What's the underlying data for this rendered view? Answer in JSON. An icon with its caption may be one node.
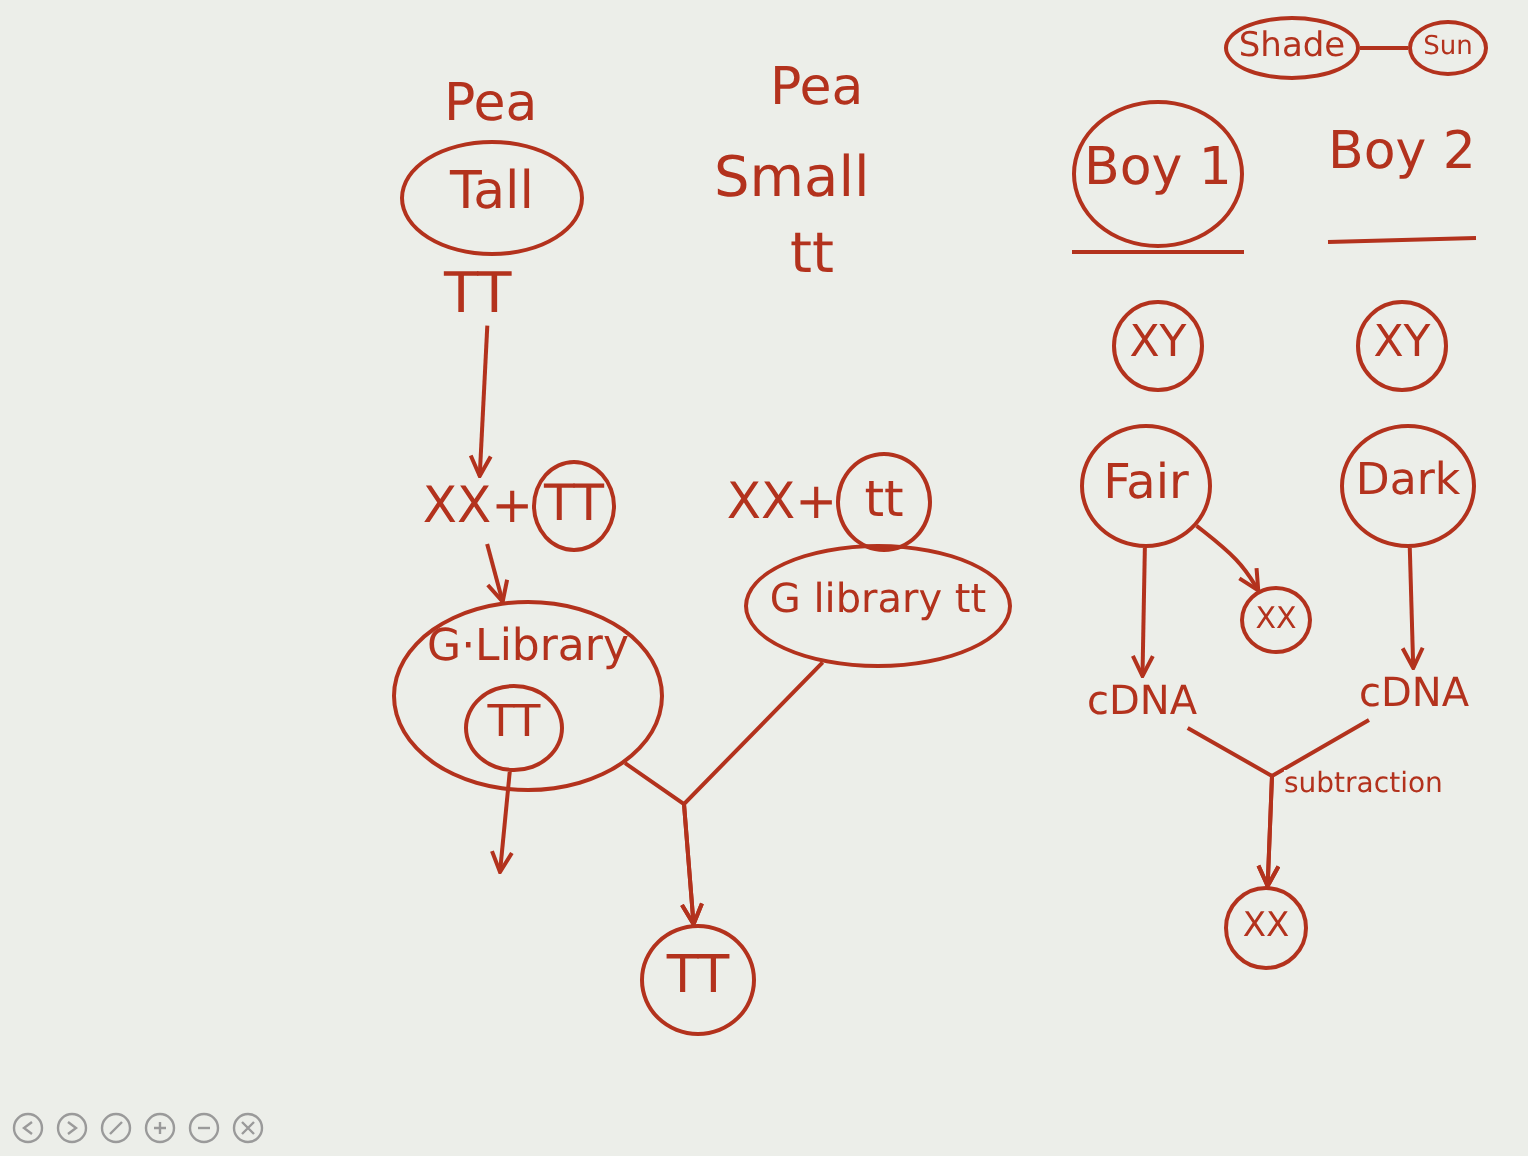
{
  "diagram": {
    "nodes": [
      {
        "text": [
          "Tall"
        ],
        "beside": [
          "TT"
        ]
      },
      {
        "text": [
          "XX+"
        ]
      },
      {
        "text": [
          "TT"
        ]
      },
      {
        "text": [
          "G·Library"
        ]
      },
      {
        "text": [
          "TT"
        ],
        "in": 3
      },
      {
        "text": [
          "XX+"
        ]
      },
      {
        "text": [
          "tt"
        ]
      },
      {
        "text": [
          "G library tt"
        ]
      },
      {
        "text": [
          "TT"
        ]
      },
      {
        "text": [
          "Shade"
        ]
      },
      {
        "text": [
          "Sun"
        ]
      },
      {
        "text": [
          "Boy 1"
        ]
      },
      {
        "text": [
          "XY"
        ]
      },
      {
        "text": [
          "XY"
        ]
      },
      {
        "text": [
          "Fair"
        ]
      },
      {
        "text": [
          "Dark"
        ]
      },
      {
        "text": [
          "XX"
        ]
      },
      {
        "text": [
          "cDNA"
        ]
      },
      {
        "text": [
          "cDNA"
        ]
      },
      {
        "text": [
          "XX"
        ]
      }
    ],
    "edges": [
      {
        "from": 0,
        "to": 1,
        "arrow": "to"
      },
      {
        "from": 1,
        "to": 3,
        "arrow": "to"
      },
      {
        "from": 4,
        "to": null,
        "arrow": "to"
      },
      {
        "from": 3,
        "to": 8,
        "arrow": "to"
      },
      {
        "from": 7,
        "to": 8,
        "arrow": "to"
      },
      {
        "from": 9,
        "to": 10,
        "arrow": "none"
      },
      {
        "from": 14,
        "to": 16,
        "arrow": "to"
      },
      {
        "from": 14,
        "to": 17,
        "arrow": "to"
      },
      {
        "from": 15,
        "to": 18,
        "arrow": "to"
      },
      {
        "from": 17,
        "to": 19,
        "arrow": "to",
        "label": "subtraction"
      },
      {
        "from": 18,
        "to": 19,
        "arrow": "to"
      }
    ],
    "labels": [
      "Pea",
      "Pea",
      "Small",
      "tt",
      "Boy 2"
    ]
  }
}
